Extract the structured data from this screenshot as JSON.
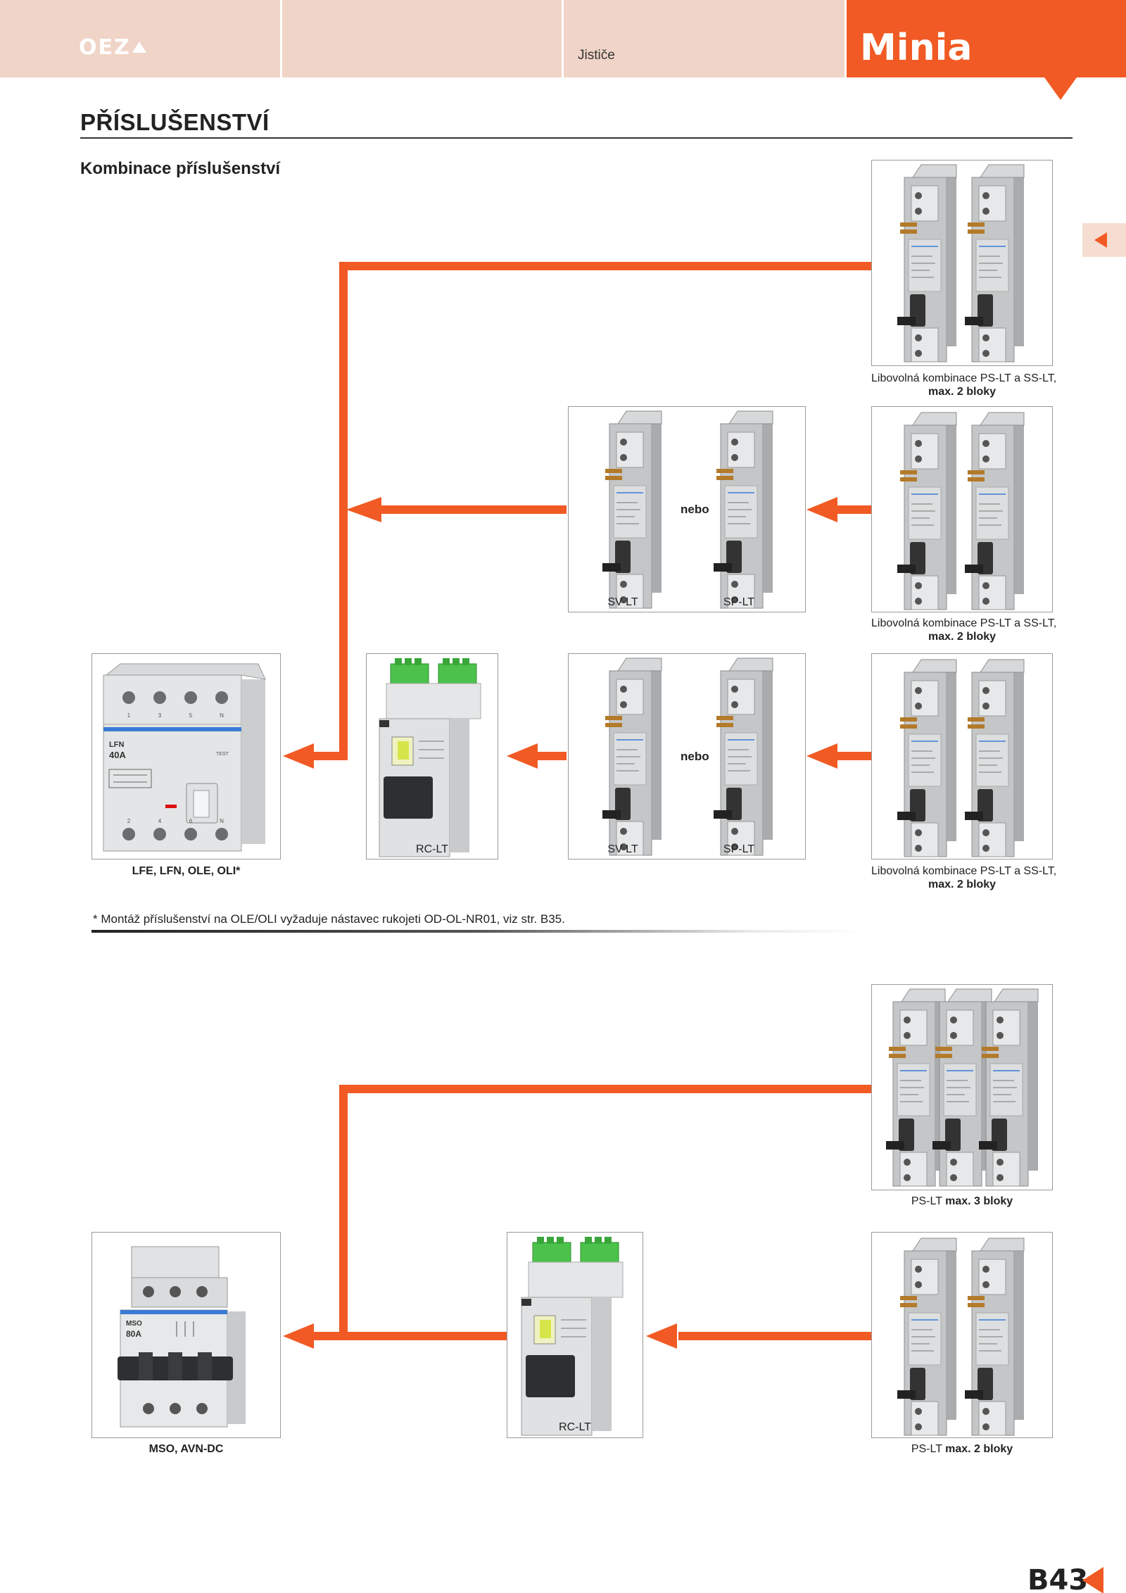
{
  "header": {
    "logo": "OEZ",
    "category": "Jističe",
    "brand": "Minia"
  },
  "page": {
    "title": "PŘÍSLUŠENSTVÍ",
    "subtitle": "Kombinace příslušenství",
    "footnote": "* Montáž příslušenství na OLE/OLI vyžaduje nástavec rukojeti OD-OL-NR01, viz str. B35.",
    "page_number": "B43"
  },
  "top_diagram": {
    "combo_caption_line1": "Libovolná kombinace PS-LT a SS-LT,",
    "combo_caption_line2": "max. 2 bloky",
    "or_word": "nebo",
    "sv_label": "SV-LT",
    "sp_label": "SP-LT",
    "rc_label": "RC-LT",
    "main_label": "LFE, LFN, OLE, OLI*",
    "main_device": {
      "model": "LFN",
      "rating": "40A",
      "test_button": "TEST",
      "terminals_top": [
        "1",
        "3",
        "5",
        "N"
      ],
      "terminals_bottom": [
        "2",
        "4",
        "6",
        "N"
      ]
    }
  },
  "bottom_diagram": {
    "ps3_label": "PS-LT",
    "ps3_suffix": "max. 3 bloky",
    "ps2_label": "PS-LT",
    "ps2_suffix": "max. 2 bloky",
    "rc_label": "RC-LT",
    "main_label": "MSO, AVN-DC",
    "main_device": {
      "model": "MSO",
      "rating": "80A"
    }
  },
  "colors": {
    "accent": "#f15a24",
    "header_tint": "#f0d4c7",
    "module_gray": "#c4c6c8",
    "terminal_green": "#4cc24c"
  },
  "icons": {
    "logo_mark": "triangle-up-icon",
    "side_tab": "triangle-left-icon",
    "page_marker": "triangle-left-icon"
  }
}
